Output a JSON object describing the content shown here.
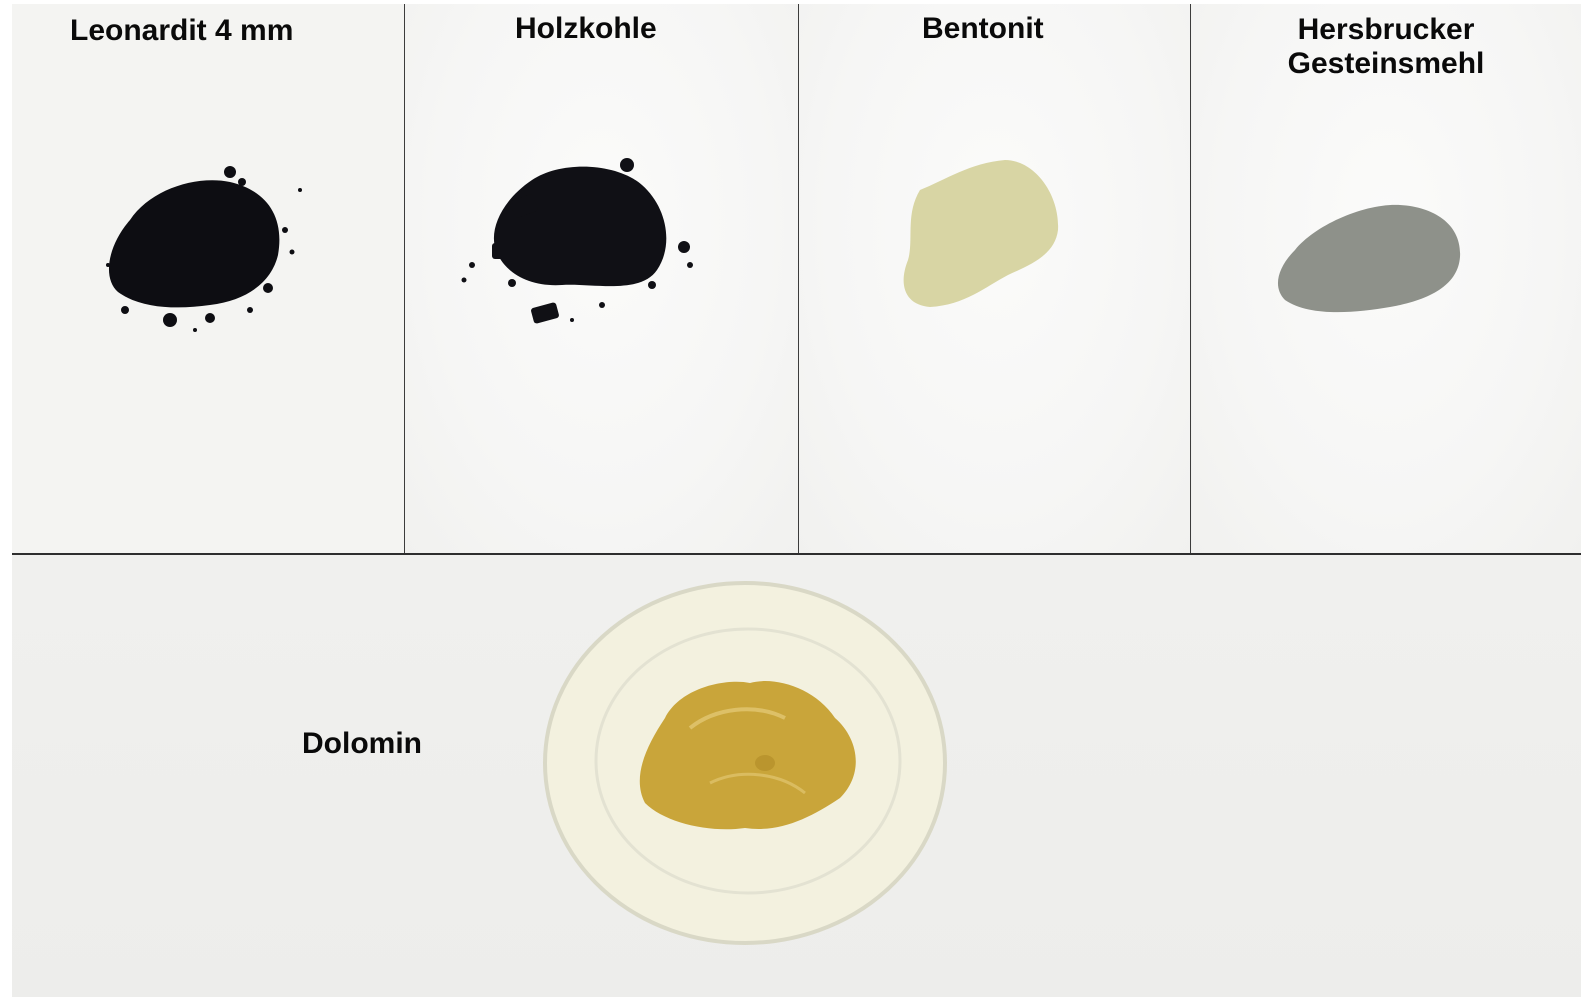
{
  "samples": [
    {
      "label": "Leonardit 4 mm",
      "color": "#0d0d12"
    },
    {
      "label": "Holzkohle",
      "color": "#101015"
    },
    {
      "label": "Bentonit",
      "color": "#d8d5a4"
    },
    {
      "label": "Hersbrucker Gesteinsmehl",
      "color": "#8e918a"
    }
  ],
  "dish_sample": {
    "label": "Dolomin",
    "color": "#c9a53a"
  },
  "background_color": "#f2f2f0",
  "dish_color": "#f3f1df"
}
